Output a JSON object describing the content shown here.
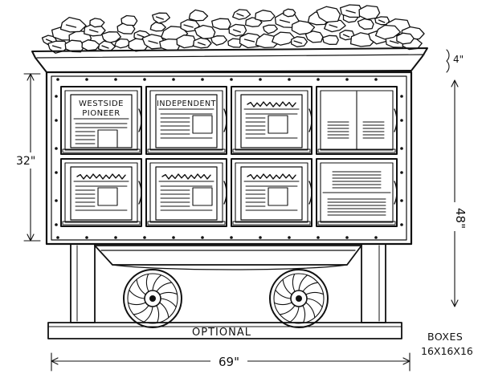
{
  "boxes": [
    {
      "label": "WESTSIDE",
      "label2": "PIONEER"
    },
    {
      "label": "INDEPENDENT",
      "label2": ""
    },
    {
      "label": "",
      "label2": ""
    },
    {
      "label": "",
      "label2": ""
    },
    {
      "label": "",
      "label2": ""
    },
    {
      "label": "",
      "label2": ""
    },
    {
      "label": "",
      "label2": ""
    },
    {
      "label": "",
      "label2": ""
    }
  ],
  "dimensions": {
    "height_cabinet": "32\"",
    "height_total": "48\"",
    "lip": "4\"",
    "width": "69\""
  },
  "base_label": "OPTIONAL",
  "box_note": {
    "line1": "BOXES",
    "line2": "16X16X16"
  }
}
